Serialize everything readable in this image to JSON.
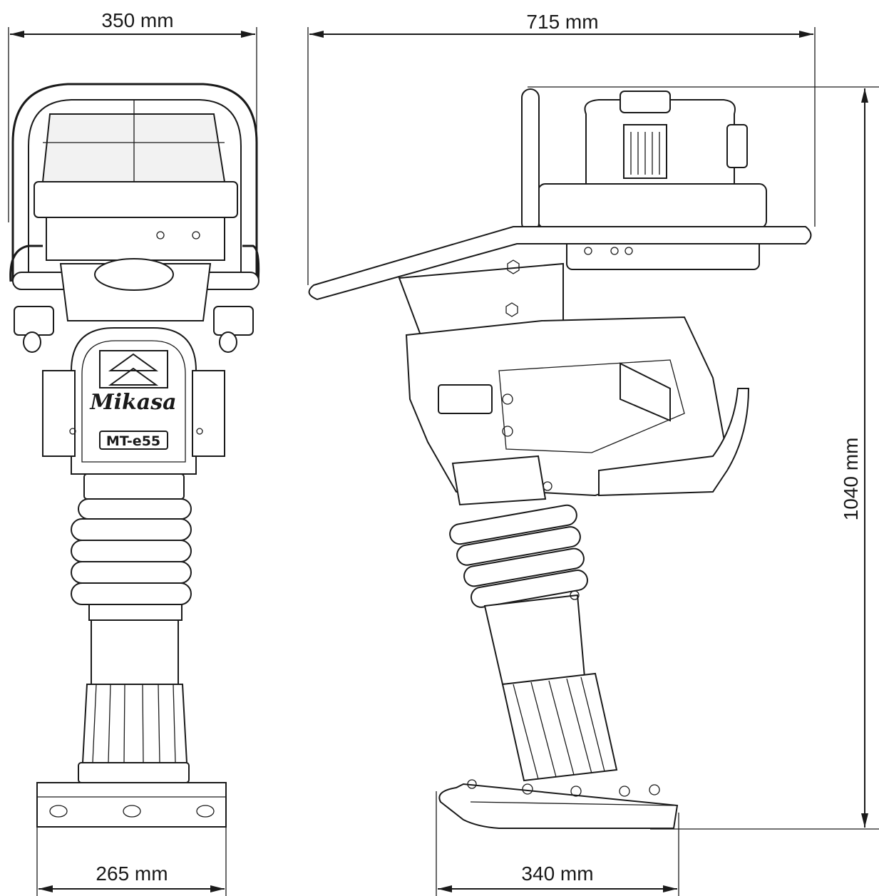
{
  "dimensions": {
    "front_width": "350 mm",
    "front_foot_width": "265 mm",
    "side_length": "715 mm",
    "side_height": "1040 mm",
    "side_foot_length": "340 mm"
  },
  "logo": {
    "brand": "Mikasa",
    "model": "MT-e55"
  },
  "colors": {
    "line": "#1a1a1a",
    "background": "#ffffff"
  }
}
